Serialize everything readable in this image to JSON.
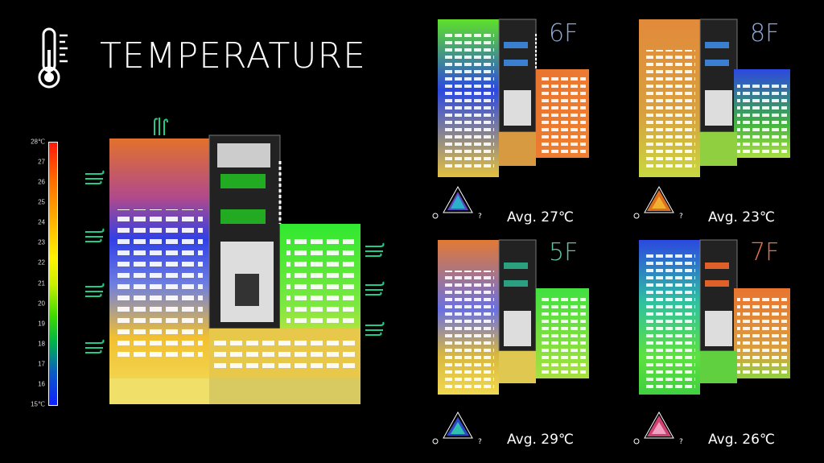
{
  "header": {
    "title": "TEMPERATURE",
    "icon": "thermometer-icon"
  },
  "legend": {
    "ticks": [
      "28℃",
      "27",
      "26",
      "25",
      "24",
      "23",
      "22",
      "21",
      "20",
      "19",
      "18",
      "17",
      "16",
      "15℃"
    ]
  },
  "floors": [
    {
      "id": "6f",
      "label": "6F",
      "label_color": "#8fa8d8",
      "avg": "Avg. 27℃"
    },
    {
      "id": "8f",
      "label": "8F",
      "label_color": "#8fa8d8",
      "avg": "Avg. 23℃"
    },
    {
      "id": "5f",
      "label": "5F",
      "label_color": "#5fc7a0",
      "avg": "Avg. 29℃"
    },
    {
      "id": "7f",
      "label": "7F",
      "label_color": "#e8734a",
      "avg": "Avg. 26℃"
    }
  ],
  "icons": {
    "vent": "airflow-icon",
    "light": "light-sensor-icon",
    "ear": "sound-sensor-icon"
  }
}
